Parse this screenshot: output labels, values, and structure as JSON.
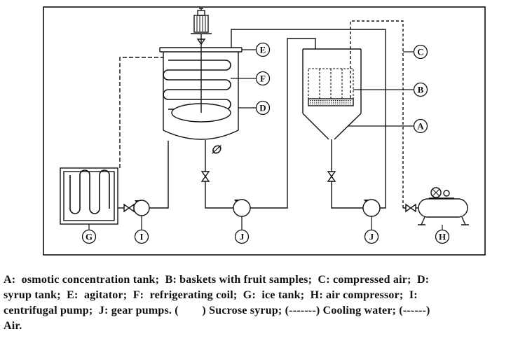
{
  "diagram": {
    "labels": {
      "A": "A",
      "B": "B",
      "C": "C",
      "D": "D",
      "E": "E",
      "F": "F",
      "G": "G",
      "H": "H",
      "I": "I",
      "J": "J"
    },
    "phi_symbol": "∅"
  },
  "caption": {
    "lines": [
      "A:  osmotic concentration tank;  B: baskets with fruit samples;  C: compressed air;  D:",
      "syrup tank;  E:  agitator;  F:  refrigerating coil;  G:  ice tank;  H: air compressor;  I:",
      "centrifugal pump;  J: gear pumps. (        ) Sucrose syrup; (-------) Cooling water; (------)",
      "Air."
    ]
  }
}
